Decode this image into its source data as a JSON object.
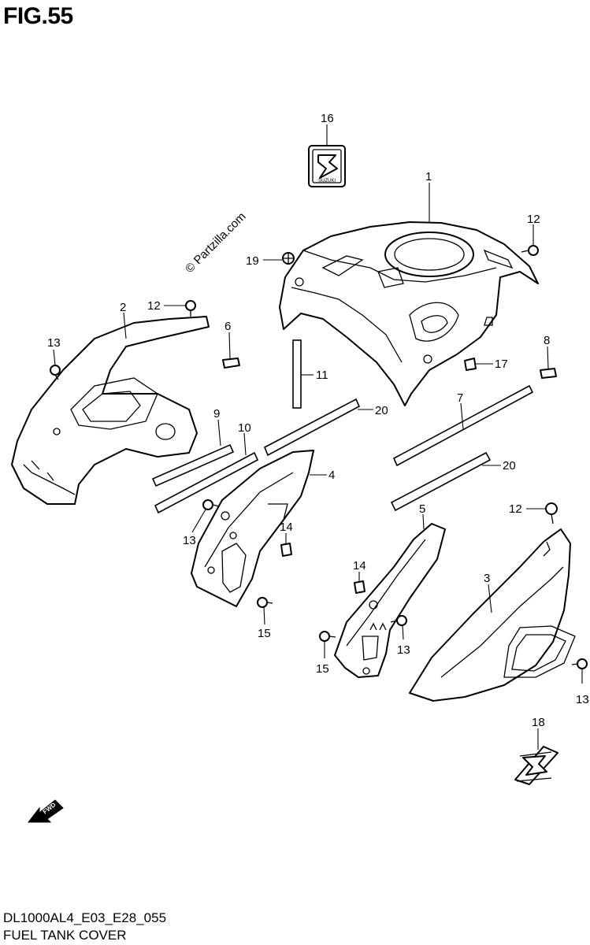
{
  "figure_title": "FIG.55",
  "watermark": "© Partzilla.com",
  "diagram_code": "DL1000AL4_E03_E28_055",
  "diagram_name": "FUEL TANK COVER",
  "direction_label": "FWD",
  "emblem_text": "SUZUKI",
  "callouts": {
    "c1": "1",
    "c2": "2",
    "c3": "3",
    "c4": "4",
    "c5": "5",
    "c6": "6",
    "c7": "7",
    "c8": "8",
    "c9": "9",
    "c10": "10",
    "c11": "11",
    "c12a": "12",
    "c12b": "12",
    "c12c": "12",
    "c13a": "13",
    "c13b": "13",
    "c13c": "13",
    "c13d": "13",
    "c14a": "14",
    "c14b": "14",
    "c15a": "15",
    "c15b": "15",
    "c16": "16",
    "c17": "17",
    "c18": "18",
    "c19": "19",
    "c20a": "20",
    "c20b": "20"
  }
}
